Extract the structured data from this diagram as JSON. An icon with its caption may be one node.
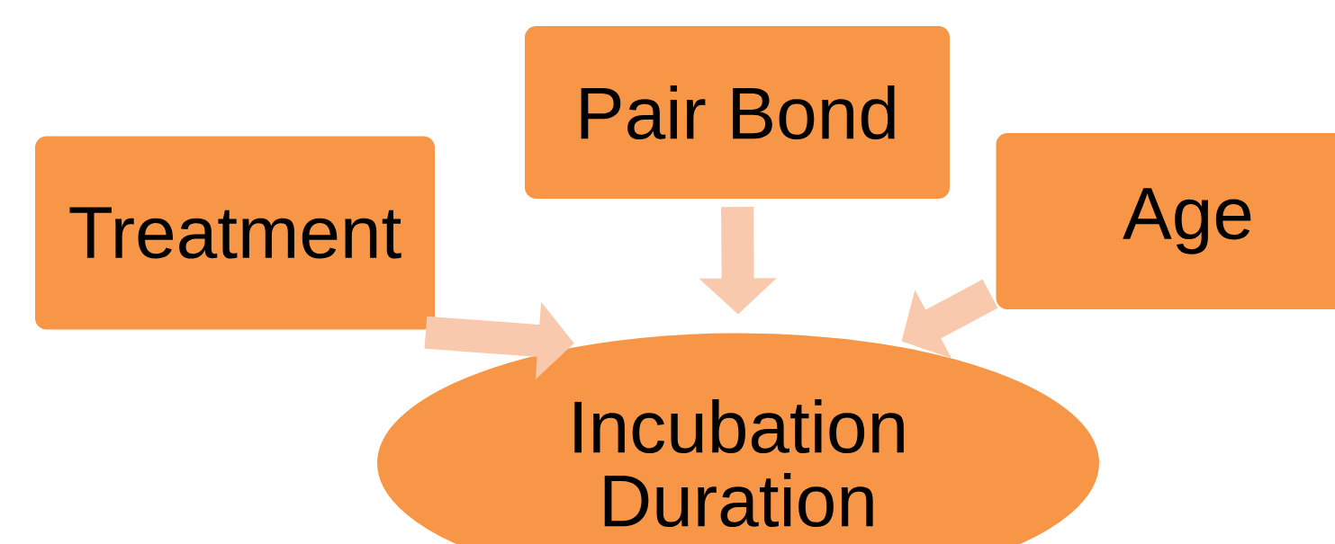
{
  "diagram": {
    "nodes": [
      {
        "text": [
          "Treatment"
        ]
      },
      {
        "text": [
          "Pair Bond"
        ]
      },
      {
        "text": [
          "Age"
        ]
      },
      {
        "text": [
          "Incubation Duration"
        ]
      }
    ],
    "edges": [
      {
        "from": 0,
        "to": 3,
        "arrow": "to"
      },
      {
        "from": 1,
        "to": 3,
        "arrow": "to"
      },
      {
        "from": 2,
        "to": 3,
        "arrow": "to"
      }
    ]
  }
}
